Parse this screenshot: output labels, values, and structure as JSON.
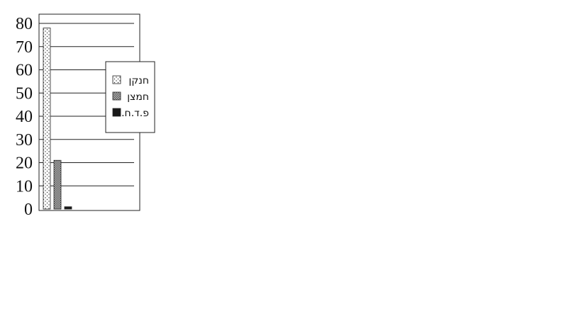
{
  "chart_data": {
    "type": "bar",
    "title": "",
    "xlabel": "",
    "ylabel": "",
    "ylim": [
      0,
      80
    ],
    "yticks": [
      0,
      10,
      20,
      30,
      40,
      50,
      60,
      70,
      80
    ],
    "grid": true,
    "legend_position": "right",
    "series": [
      {
        "name": "חנקן",
        "value": 78,
        "pattern": "dots",
        "color": "#f4f4f4"
      },
      {
        "name": "חמצן",
        "value": 21,
        "pattern": "crosshatch",
        "color": "#9a9a9a"
      },
      {
        "name": "פ.ד.ח.",
        "value": 1,
        "pattern": "solid",
        "color": "#1a1a1a"
      }
    ]
  }
}
